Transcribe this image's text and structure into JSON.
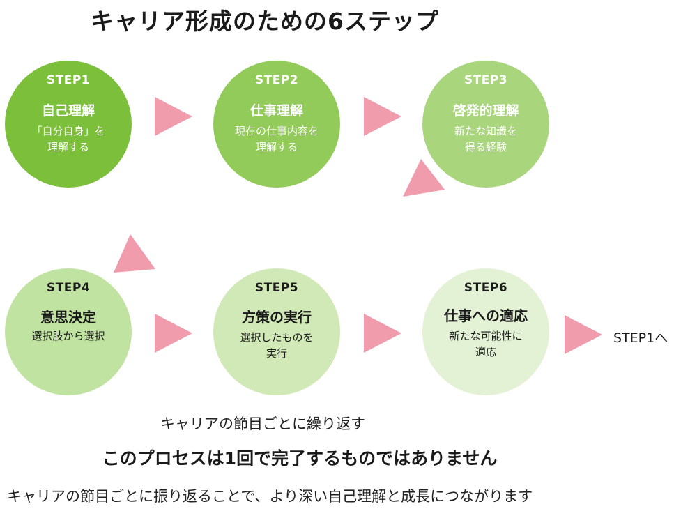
{
  "title": "キャリア形成のための6ステップ",
  "steps": [
    {
      "step": "STEP1",
      "head": "自己理解",
      "desc1": "「自分自身」を",
      "desc2": "理解する"
    },
    {
      "step": "STEP2",
      "head": "仕事理解",
      "desc1": "現在の仕事内容を",
      "desc2": "理解する"
    },
    {
      "step": "STEP3",
      "head": "啓発的理解",
      "desc1": "新たな知識を",
      "desc2": "得る経験"
    },
    {
      "step": "STEP4",
      "head": "意思決定",
      "desc1": "選択肢から選択",
      "desc2": ""
    },
    {
      "step": "STEP5",
      "head": "方策の実行",
      "desc1": "選択したものを",
      "desc2": "実行"
    },
    {
      "step": "STEP6",
      "head": "仕事への適応",
      "desc1": "新たな可能性に",
      "desc2": "適応"
    }
  ],
  "end_label": "STEP1へ",
  "captions": {
    "repeat": "キャリアの節目ごとに繰り返す",
    "emphasis": "このプロセスは1回で完了するものではありません",
    "note": "キャリアの節目ごとに振り返ることで、より深い自己理解と成長につながります"
  },
  "colors": {
    "step1": "#7bbf3b",
    "step2": "#93cb5b",
    "step3": "#a9d57d",
    "step4": "#c1e3a1",
    "step5": "#d0e9b7",
    "step6": "#e3f1d4",
    "arrow": "#f09cac"
  }
}
